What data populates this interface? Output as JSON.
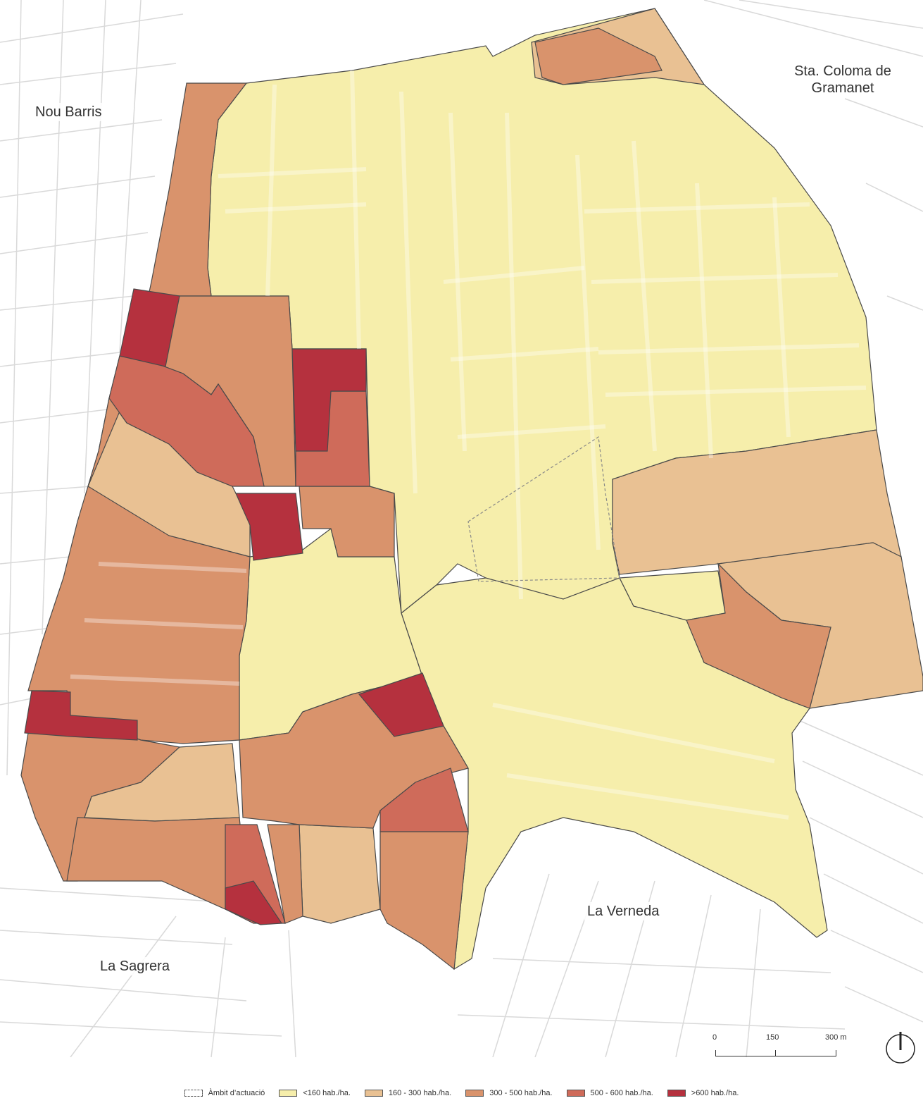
{
  "places": {
    "nou_barris": "Nou Barris",
    "sta_coloma_line1": "Sta. Coloma de",
    "sta_coloma_line2": "Gramanet",
    "la_verneda": "La Verneda",
    "la_sagrera": "La Sagrera"
  },
  "scale": {
    "t0": "0",
    "t1": "150",
    "t2": "300 m"
  },
  "legend": [
    {
      "label": "Àmbit d’actuació",
      "color": "",
      "style": "dashed"
    },
    {
      "label": "<160 hab./ha.",
      "color": "#f6eeab"
    },
    {
      "label": "160 - 300 hab./ha.",
      "color": "#e9c193"
    },
    {
      "label": "300 - 500 hab./ha.",
      "color": "#d9936c"
    },
    {
      "label": "500 - 600 hab./ha.",
      "color": "#cf6b5a"
    },
    {
      "label": ">600 hab./ha.",
      "color": "#b5313e"
    }
  ],
  "colors": {
    "background": "#ffffff",
    "street_lines": "#d7d7d7",
    "zone_border": "#444444"
  }
}
